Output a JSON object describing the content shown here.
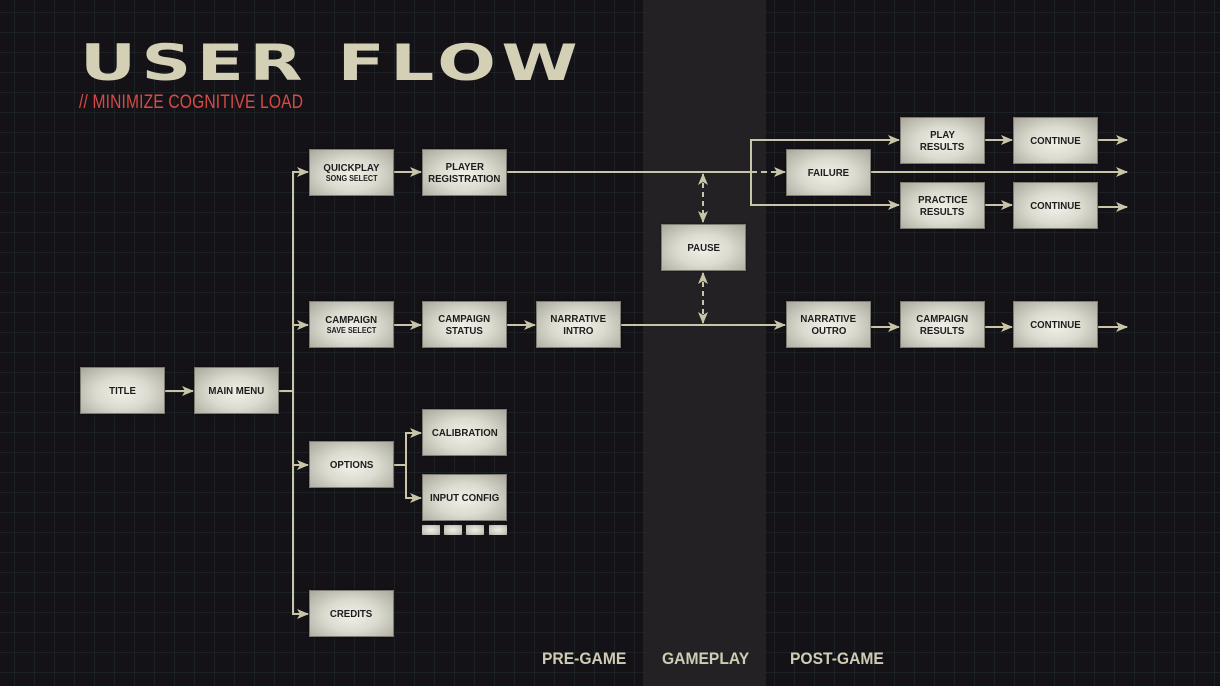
{
  "header": {
    "title": "USER FLOW",
    "subtitle": "// MINIMIZE COGNITIVE LOAD"
  },
  "colors": {
    "background": "#151217",
    "gameplay_band": "#252326",
    "title": "#d3d0b6",
    "subtitle": "#d94a45",
    "connector": "#c8c5a8",
    "box_center": "#f1f0e8",
    "box_edge": "#a9a89b",
    "box_text": "#1d1c1c"
  },
  "nodes": {
    "title": {
      "line1": "TITLE"
    },
    "main_menu": {
      "line1": "MAIN MENU"
    },
    "quickplay": {
      "line1": "QUICKPLAY",
      "line2": "SONG SELECT"
    },
    "player_registration": {
      "line1": "PLAYER",
      "line2": "REGISTRATION"
    },
    "campaign": {
      "line1": "CAMPAIGN",
      "line2": "SAVE SELECT"
    },
    "campaign_status": {
      "line1": "CAMPAIGN",
      "line2": "STATUS"
    },
    "narrative_intro": {
      "line1": "NARRATIVE",
      "line2": "INTRO"
    },
    "options": {
      "line1": "OPTIONS"
    },
    "calibration": {
      "line1": "CALIBRATION"
    },
    "input_config": {
      "line1": "INPUT CONFIG"
    },
    "credits": {
      "line1": "CREDITS"
    },
    "pause": {
      "line1": "PAUSE"
    },
    "failure": {
      "line1": "FAILURE"
    },
    "play_results": {
      "line1": "PLAY",
      "line2": "RESULTS"
    },
    "practice_results": {
      "line1": "PRACTICE",
      "line2": "RESULTS"
    },
    "continue_play": {
      "line1": "CONTINUE"
    },
    "continue_practice": {
      "line1": "CONTINUE"
    },
    "narrative_outro": {
      "line1": "NARRATIVE",
      "line2": "OUTRO"
    },
    "campaign_results": {
      "line1": "CAMPAIGN",
      "line2": "RESULTS"
    },
    "continue_campaign": {
      "line1": "CONTINUE"
    }
  },
  "input_config_sub_items": 4,
  "edges": [
    {
      "from": "title",
      "to": "main_menu",
      "style": "solid"
    },
    {
      "from": "main_menu",
      "to": "quickplay",
      "style": "solid"
    },
    {
      "from": "main_menu",
      "to": "campaign",
      "style": "solid"
    },
    {
      "from": "main_menu",
      "to": "options",
      "style": "solid"
    },
    {
      "from": "main_menu",
      "to": "credits",
      "style": "solid"
    },
    {
      "from": "quickplay",
      "to": "player_registration",
      "style": "solid"
    },
    {
      "from": "player_registration",
      "to": "play_results",
      "style": "solid"
    },
    {
      "from": "player_registration",
      "to": "failure",
      "style": "dashed"
    },
    {
      "from": "player_registration",
      "to": "practice_results",
      "style": "solid"
    },
    {
      "from": "failure",
      "to": "exit",
      "style": "solid"
    },
    {
      "from": "play_results",
      "to": "continue_play",
      "style": "solid"
    },
    {
      "from": "practice_results",
      "to": "continue_practice",
      "style": "solid"
    },
    {
      "from": "continue_play",
      "to": "exit",
      "style": "solid"
    },
    {
      "from": "continue_practice",
      "to": "exit",
      "style": "solid"
    },
    {
      "from": "campaign",
      "to": "campaign_status",
      "style": "solid"
    },
    {
      "from": "campaign_status",
      "to": "narrative_intro",
      "style": "solid"
    },
    {
      "from": "narrative_intro",
      "to": "narrative_outro",
      "style": "solid"
    },
    {
      "from": "narrative_outro",
      "to": "campaign_results",
      "style": "solid"
    },
    {
      "from": "campaign_results",
      "to": "continue_campaign",
      "style": "solid"
    },
    {
      "from": "continue_campaign",
      "to": "exit",
      "style": "solid"
    },
    {
      "from": "options",
      "to": "calibration",
      "style": "solid"
    },
    {
      "from": "options",
      "to": "input_config",
      "style": "solid"
    },
    {
      "from": "pause",
      "to": "quickplay_gameplay_line",
      "style": "dashed-bidirectional"
    },
    {
      "from": "pause",
      "to": "campaign_gameplay_line",
      "style": "dashed-bidirectional"
    }
  ],
  "phases": [
    {
      "label": "PRE-GAME"
    },
    {
      "label": "GAMEPLAY"
    },
    {
      "label": "POST-GAME"
    }
  ]
}
